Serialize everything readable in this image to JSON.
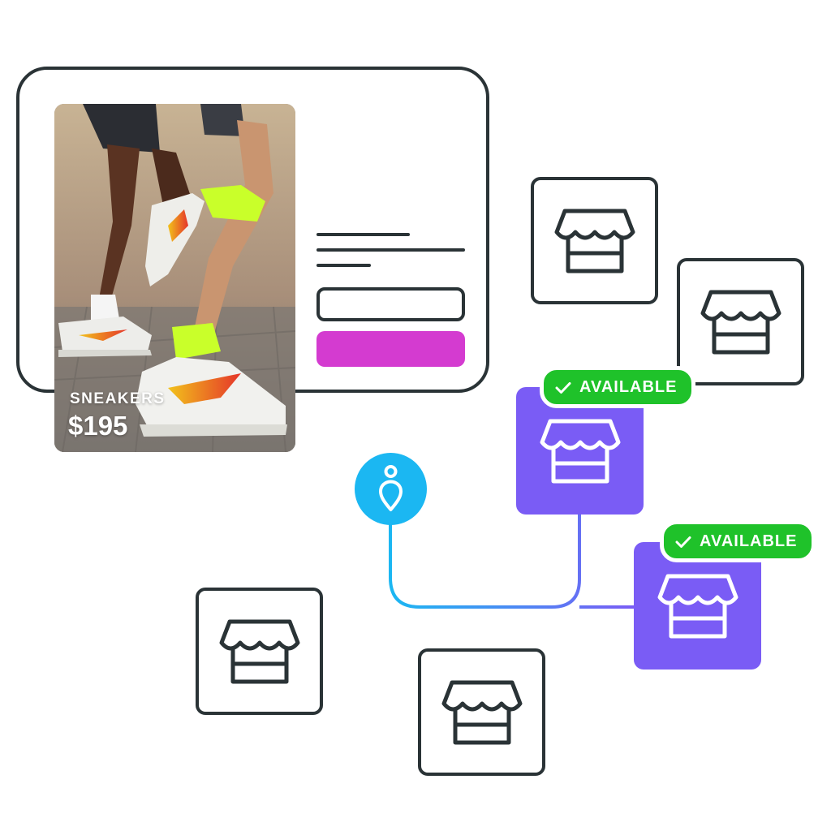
{
  "product": {
    "name": "SNEAKERS",
    "price": "$195"
  },
  "stores": {
    "badge_label": "AVAILABLE"
  },
  "colors": {
    "outline": "#2a3336",
    "cta_button": "#d43bd0",
    "location_pin": "#1bb7f2",
    "available_store": "#7a5cf5",
    "available_badge": "#1fc22a",
    "link_gradient_start": "#1bb7f2",
    "link_gradient_end": "#7a5cf5"
  },
  "icons": {
    "store": "storefront-icon",
    "pin": "location-pin-icon",
    "check": "checkmark-icon"
  }
}
